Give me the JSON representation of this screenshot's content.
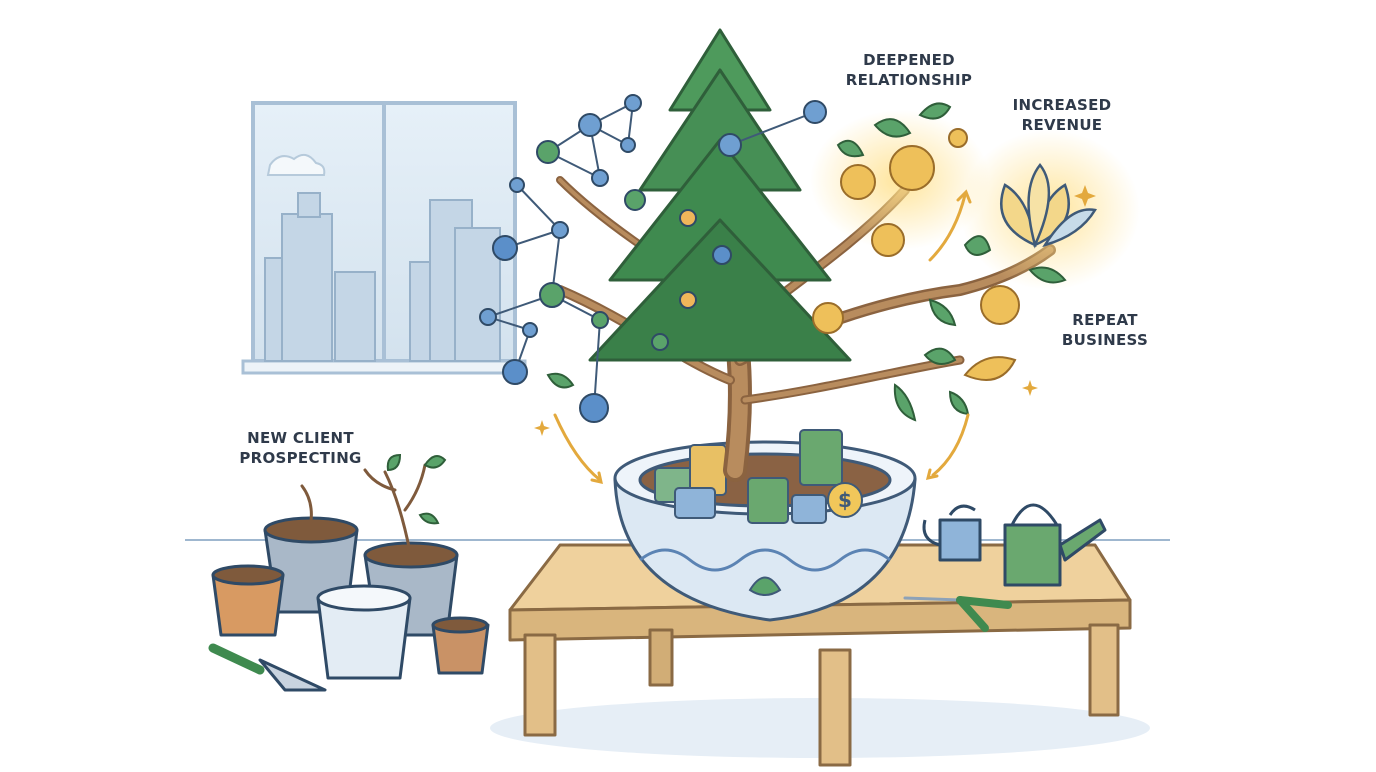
{
  "labels": {
    "deepened_line1": "DEEPENED",
    "deepened_line2": "RELATIONSHIP",
    "revenue_line1": "INCREASED",
    "revenue_line2": "REVENUE",
    "repeat_line1": "REPEAT",
    "repeat_line2": "BUSINESS",
    "new_line1": "NEW CLIENT",
    "new_line2": "PROSPECTING"
  },
  "coin_symbol": "$",
  "colors": {
    "tree_green": "#3f8a4f",
    "trunk_brown": "#9b7148",
    "network_node_blue": "#5b8fc9",
    "fruit_gold": "#e8b84a",
    "coin_green": "#6aa86f",
    "pot_blue": "#dce8f3",
    "table_wood": "#e9c793"
  }
}
